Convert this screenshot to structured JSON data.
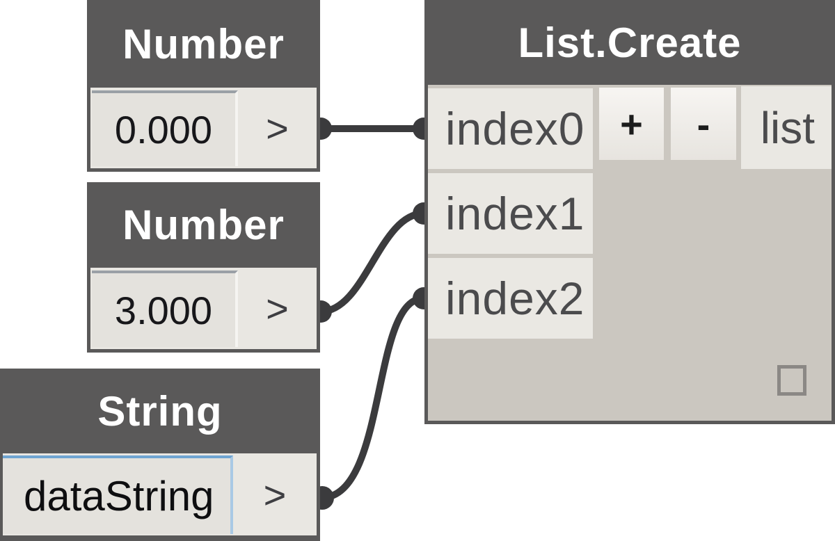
{
  "nodes": {
    "number1": {
      "title": "Number",
      "value": "0.000",
      "output_label": ">"
    },
    "number2": {
      "title": "Number",
      "value": "3.000",
      "output_label": ">"
    },
    "string1": {
      "title": "String",
      "value": "dataString",
      "output_label": ">"
    },
    "list_create": {
      "title": "List.Create",
      "inputs": [
        "index0",
        "index1",
        "index2"
      ],
      "add_label": "+",
      "remove_label": "-",
      "output_label": "list"
    }
  },
  "connections": [
    {
      "from": "number1",
      "to": "list_create.index0"
    },
    {
      "from": "number2",
      "to": "list_create.index1"
    },
    {
      "from": "string1",
      "to": "list_create.index2"
    }
  ],
  "colors": {
    "node-frame": "#5a5959",
    "body-light": "#e9e7e2",
    "list-body": "#cbc7c0",
    "port-bg": "#eae8e3",
    "textbox-bg": "#e4e2dd",
    "textbox-border-gray": "#9aa0a6",
    "textbox-border-blue": "#6fa4d1",
    "wire": "#3b3b3d",
    "title-text": "#ffffff",
    "label-text": "#4b4b4d"
  }
}
